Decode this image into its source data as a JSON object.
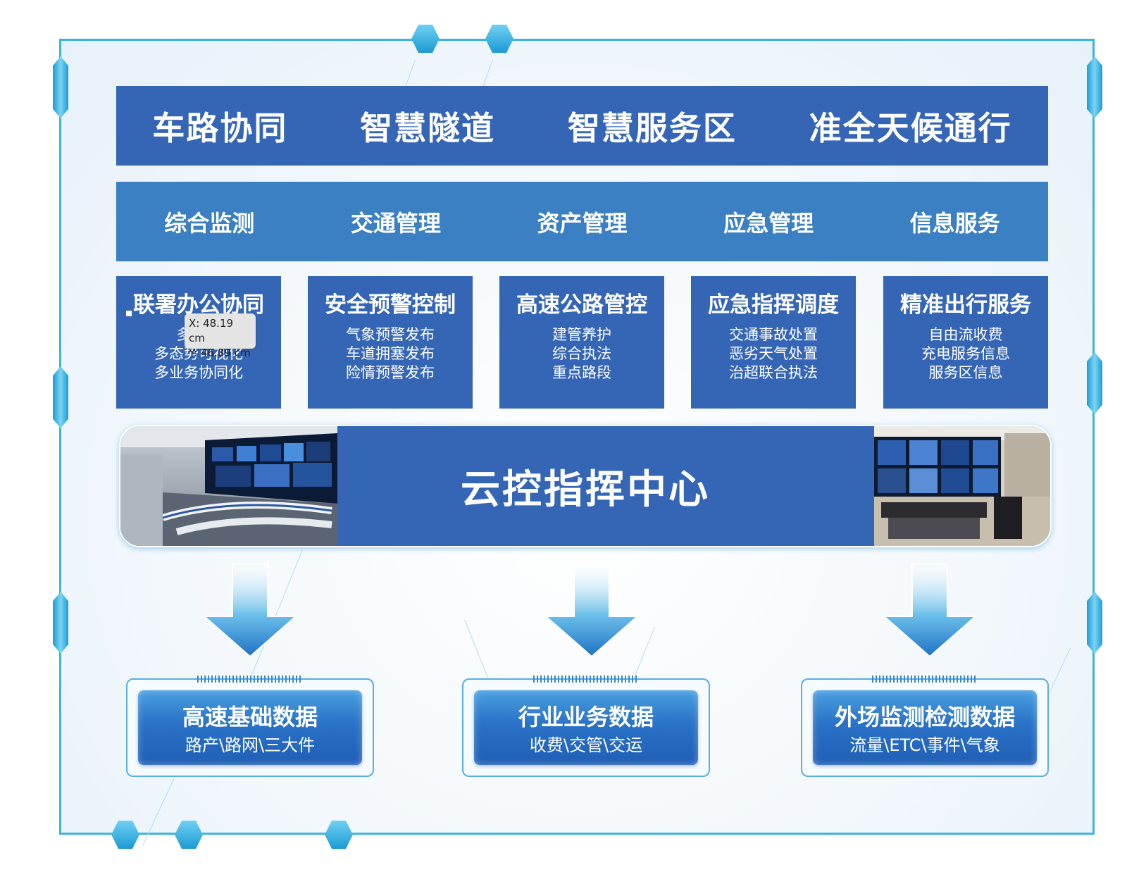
{
  "band1": [
    "车路协同",
    "智慧隧道",
    "智慧服务区",
    "准全天候通行"
  ],
  "band2": [
    "综合监测",
    "交通管理",
    "资产管理",
    "应急管理",
    "信息服务"
  ],
  "cards": [
    {
      "title": "联署办公协同",
      "items": [
        "多场景",
        "多态势可视化",
        "多业务协同化"
      ]
    },
    {
      "title": "安全预警控制",
      "items": [
        "气象预警发布",
        "车道拥塞发布",
        "险情预警发布"
      ]
    },
    {
      "title": "高速公路管控",
      "items": [
        "建管养护",
        "综合执法",
        "重点路段"
      ]
    },
    {
      "title": "应急指挥调度",
      "items": [
        "交通事故处置",
        "恶劣天气处置",
        "治超联合执法"
      ]
    },
    {
      "title": "精准出行服务",
      "items": [
        "自由流收费",
        "充电服务信息",
        "服务区信息"
      ]
    }
  ],
  "center": {
    "title": "云控指挥中心"
  },
  "tooltip": {
    "x": "X: 48.19 cm",
    "y": "Y: 46.89 cm"
  },
  "data_boxes": [
    {
      "title": "高速基础数据",
      "subtitle": "路产\\路网\\三大件"
    },
    {
      "title": "行业业务数据",
      "subtitle": "收费\\交管\\交运"
    },
    {
      "title": "外场监测检测数据",
      "subtitle": "流量\\ETC\\事件\\气象"
    }
  ],
  "colors": {
    "primary": "#3566b6",
    "secondary": "#3a80c2",
    "frame": "#3fb3e0"
  }
}
